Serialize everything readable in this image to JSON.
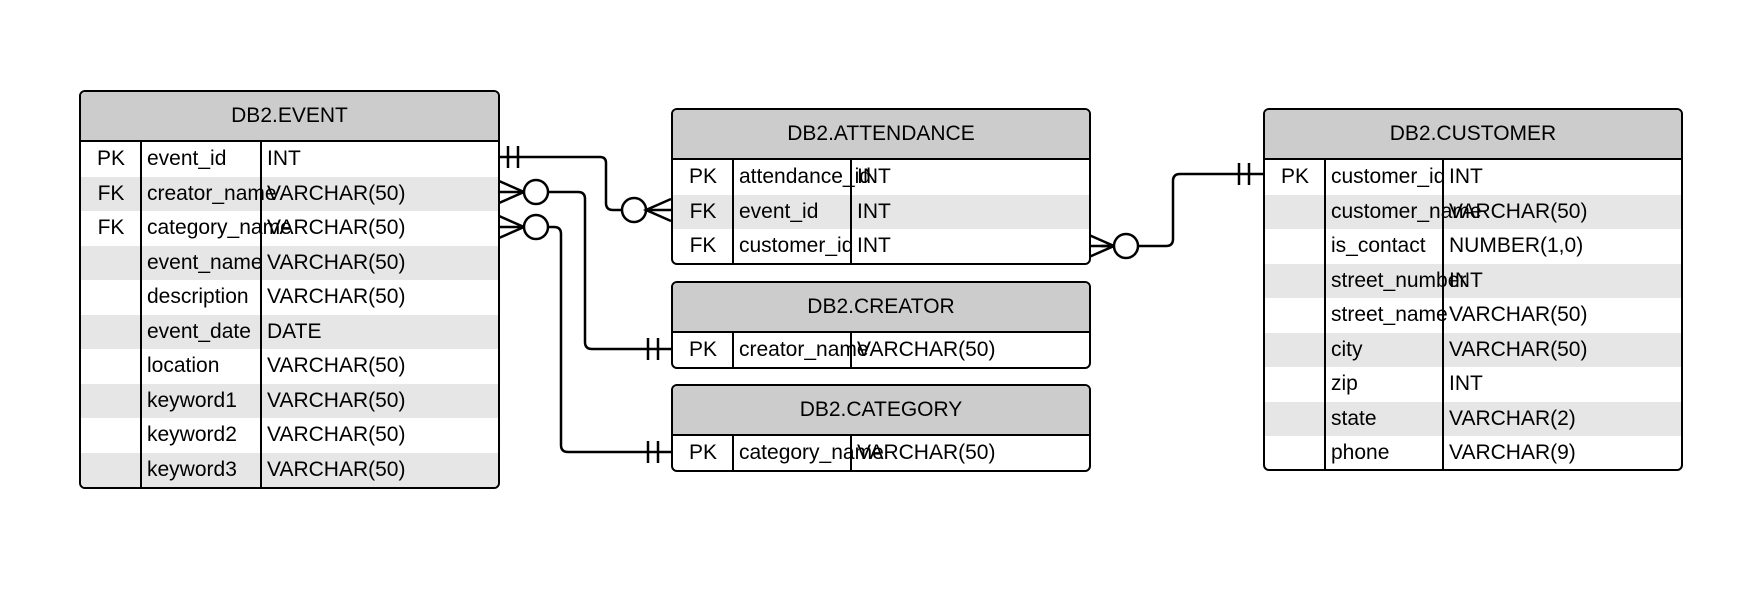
{
  "entities": {
    "event": {
      "title": "DB2.EVENT",
      "rows": [
        {
          "key": "PK",
          "name": "event_id",
          "type": "INT"
        },
        {
          "key": "FK",
          "name": "creator_name",
          "type": "VARCHAR(50)"
        },
        {
          "key": "FK",
          "name": "category_name",
          "type": "VARCHAR(50)"
        },
        {
          "key": "",
          "name": "event_name",
          "type": "VARCHAR(50)"
        },
        {
          "key": "",
          "name": "description",
          "type": "VARCHAR(50)"
        },
        {
          "key": "",
          "name": "event_date",
          "type": "DATE"
        },
        {
          "key": "",
          "name": "location",
          "type": "VARCHAR(50)"
        },
        {
          "key": "",
          "name": "keyword1",
          "type": "VARCHAR(50)"
        },
        {
          "key": "",
          "name": "keyword2",
          "type": "VARCHAR(50)"
        },
        {
          "key": "",
          "name": "keyword3",
          "type": "VARCHAR(50)"
        }
      ]
    },
    "attendance": {
      "title": "DB2.ATTENDANCE",
      "rows": [
        {
          "key": "PK",
          "name": "attendance_id",
          "type": "INT"
        },
        {
          "key": "FK",
          "name": "event_id",
          "type": "INT"
        },
        {
          "key": "FK",
          "name": "customer_id",
          "type": "INT"
        }
      ]
    },
    "creator": {
      "title": "DB2.CREATOR",
      "rows": [
        {
          "key": "PK",
          "name": "creator_name",
          "type": "VARCHAR(50)"
        }
      ]
    },
    "category": {
      "title": "DB2.CATEGORY",
      "rows": [
        {
          "key": "PK",
          "name": "category_name",
          "type": "VARCHAR(50)"
        }
      ]
    },
    "customer": {
      "title": "DB2.CUSTOMER",
      "rows": [
        {
          "key": "PK",
          "name": "customer_id",
          "type": "INT"
        },
        {
          "key": "",
          "name": "customer_name",
          "type": "VARCHAR(50)"
        },
        {
          "key": "",
          "name": "is_contact",
          "type": "NUMBER(1,0)"
        },
        {
          "key": "",
          "name": "street_number",
          "type": "INT"
        },
        {
          "key": "",
          "name": "street_name",
          "type": "VARCHAR(50)"
        },
        {
          "key": "",
          "name": "city",
          "type": "VARCHAR(50)"
        },
        {
          "key": "",
          "name": "zip",
          "type": "INT"
        },
        {
          "key": "",
          "name": "state",
          "type": "VARCHAR(2)"
        },
        {
          "key": "",
          "name": "phone",
          "type": "VARCHAR(9)"
        }
      ]
    }
  },
  "relationships": [
    {
      "from": "event.event_id",
      "from_cardinality": "one-and-only-one",
      "to": "attendance.event_id",
      "to_cardinality": "zero-or-many"
    },
    {
      "from": "event.creator_name",
      "from_cardinality": "zero-or-many",
      "to": "creator.creator_name",
      "to_cardinality": "one-and-only-one"
    },
    {
      "from": "event.category_name",
      "from_cardinality": "zero-or-many",
      "to": "category.category_name",
      "to_cardinality": "one-and-only-one"
    },
    {
      "from": "attendance.customer_id",
      "from_cardinality": "zero-or-many",
      "to": "customer.customer_id",
      "to_cardinality": "one-and-only-one"
    }
  ],
  "colors": {
    "header_fill": "#cccccc",
    "alt_row_fill": "#e6e6e6",
    "border": "#000000",
    "background": "#ffffff"
  }
}
